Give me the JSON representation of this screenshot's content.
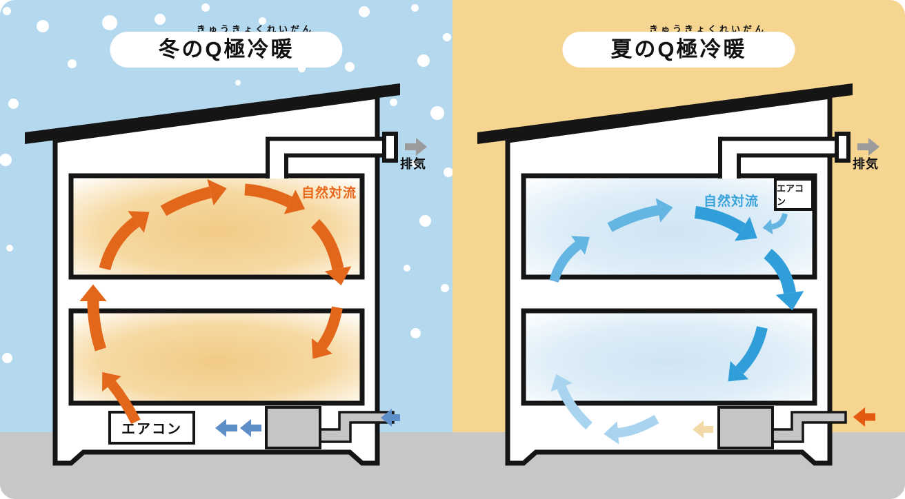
{
  "panels": [
    {
      "season": "winter",
      "furigana": "きゅうきょくれいだん",
      "title": "冬のQ極冷暖",
      "bg_color": "#b4d8ee",
      "ground_color": "#c7c7c7",
      "room_glow_center": "#f2cb86",
      "room_glow_mid": "#f6d9a2",
      "convection_label": "自然対流",
      "convection_color": "#e8671b",
      "exhaust_label": "排気",
      "aircon_label": "エアコン",
      "snow_dots": [
        [
          62,
          38,
          18
        ],
        [
          10,
          16,
          12
        ],
        [
          104,
          92,
          13
        ],
        [
          159,
          33,
          22
        ],
        [
          232,
          28,
          16
        ],
        [
          298,
          11,
          12
        ],
        [
          380,
          30,
          11
        ],
        [
          437,
          99,
          11
        ],
        [
          507,
          97,
          14
        ],
        [
          528,
          17,
          16
        ],
        [
          601,
          11,
          11
        ],
        [
          614,
          88,
          18
        ],
        [
          648,
          54,
          12
        ],
        [
          570,
          148,
          11
        ],
        [
          634,
          164,
          20
        ],
        [
          601,
          237,
          10
        ],
        [
          650,
          250,
          14
        ],
        [
          616,
          320,
          17
        ],
        [
          590,
          389,
          10
        ],
        [
          645,
          418,
          12
        ],
        [
          602,
          483,
          15
        ],
        [
          19,
          150,
          15
        ],
        [
          8,
          232,
          18
        ],
        [
          14,
          360,
          10
        ],
        [
          10,
          519,
          15
        ],
        [
          345,
          120,
          8
        ]
      ],
      "arrows": [
        {
          "name": "aircon-outflow-arrow",
          "p": [
            197,
            612,
            162,
            557
          ],
          "c": [
            182,
            582
          ],
          "w": 15,
          "color": "#e3671b"
        },
        {
          "name": "convection-arrow",
          "p": [
            146,
            507,
            135,
            437
          ],
          "c": [
            135,
            473
          ],
          "w": 17,
          "color": "#e3671b"
        },
        {
          "name": "convection-arrow",
          "p": [
            152,
            390,
            197,
            322
          ],
          "c": [
            162,
            348
          ],
          "w": 17,
          "color": "#e3671b"
        },
        {
          "name": "convection-arrow",
          "p": [
            237,
            306,
            305,
            279
          ],
          "c": [
            268,
            288
          ],
          "w": 17,
          "color": "#e3671b"
        },
        {
          "name": "convection-arrow",
          "p": [
            355,
            275,
            420,
            293
          ],
          "c": [
            386,
            277
          ],
          "w": 17,
          "color": "#e3671b"
        },
        {
          "name": "convection-arrow",
          "p": [
            457,
            324,
            490,
            390
          ],
          "c": [
            482,
            348
          ],
          "w": 17,
          "color": "#e3671b"
        },
        {
          "name": "convection-arrow",
          "p": [
            489,
            446,
            467,
            502
          ],
          "c": [
            483,
            480
          ],
          "w": 16,
          "color": "#e3671b"
        },
        {
          "name": "supply-air-arrow",
          "p": [
            379,
            621,
            364,
            621
          ],
          "w": 10,
          "color": "#5e8ec8"
        },
        {
          "name": "supply-air-arrow",
          "p": [
            344,
            621,
            328,
            621
          ],
          "w": 10,
          "color": "#5e8ec8"
        },
        {
          "name": "intake-air-arrow",
          "p": [
            580,
            606,
            568,
            606
          ],
          "w": 10,
          "color": "#5e8ec8"
        },
        {
          "name": "exhaust-air-arrow",
          "p": [
            587,
            213,
            603,
            213
          ],
          "w": 10,
          "color": "#9b9b9b"
        }
      ]
    },
    {
      "season": "summer",
      "furigana": "きゅうきょくれいだん",
      "title": "夏のQ極冷暖",
      "bg_color": "#f6d591",
      "ground_color": "#c7c7c7",
      "room_glow_center": "#cfe4f4",
      "room_glow_mid": "#ddedf8",
      "convection_label": "自然対流",
      "convection_color": "#3aa4da",
      "exhaust_label": "排気",
      "aircon_label": "エアコン",
      "snow_dots": [],
      "arrows": [
        {
          "name": "convection-arrow",
          "p": [
            147,
            408,
            182,
            356
          ],
          "c": [
            156,
            375
          ],
          "w": 14,
          "color": "#64b5e2"
        },
        {
          "name": "convection-arrow",
          "p": [
            228,
            330,
            298,
            305
          ],
          "c": [
            261,
            312
          ],
          "w": 15,
          "color": "#64b5e2"
        },
        {
          "name": "convection-arrow",
          "p": [
            352,
            308,
            420,
            332
          ],
          "c": [
            388,
            312
          ],
          "w": 18,
          "color": "#2f9ed9"
        },
        {
          "name": "aircon-outflow-arrow",
          "p": [
            482,
            310,
            463,
            329
          ],
          "c": [
            479,
            327
          ],
          "w": 8,
          "color": "#64b5e2"
        },
        {
          "name": "convection-arrow",
          "p": [
            457,
            368,
            489,
            425
          ],
          "c": [
            484,
            390
          ],
          "w": 18,
          "color": "#2f9ed9"
        },
        {
          "name": "convection-arrow",
          "p": [
            449,
            475,
            416,
            537
          ],
          "c": [
            441,
            512
          ],
          "w": 16,
          "color": "#2f9ed9"
        },
        {
          "name": "convection-arrow",
          "p": [
            296,
            608,
            240,
            628
          ],
          "c": [
            265,
            626
          ],
          "w": 14,
          "color": "#a9d4ef"
        },
        {
          "name": "convection-arrow",
          "p": [
            198,
            618,
            158,
            562
          ],
          "c": [
            170,
            592
          ],
          "w": 14,
          "color": "#a9d4ef"
        },
        {
          "name": "supply-air-arrow",
          "p": [
            378,
            623,
            364,
            623
          ],
          "w": 10,
          "color": "#f2daa9"
        },
        {
          "name": "intake-air-arrow",
          "p": [
            613,
            605,
            598,
            605
          ],
          "w": 11,
          "color": "#e2590f"
        },
        {
          "name": "exhaust-air-arrow",
          "p": [
            587,
            213,
            603,
            213
          ],
          "w": 10,
          "color": "#9b9b9b"
        }
      ]
    }
  ]
}
